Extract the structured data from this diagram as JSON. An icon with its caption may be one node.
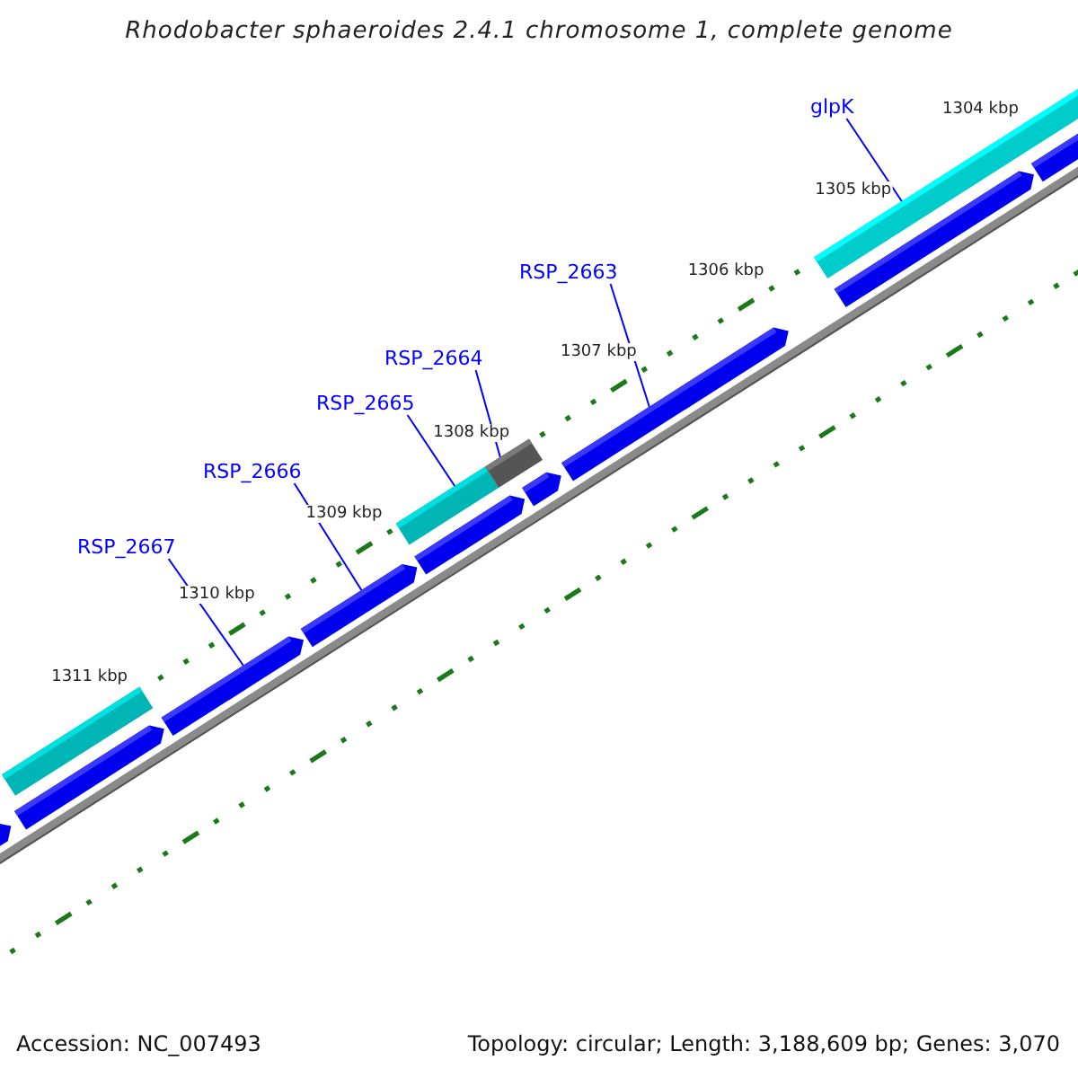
{
  "diagram": {
    "title": "Rhodobacter sphaeroides 2.4.1 chromosome 1, complete genome",
    "nodes": [
      {
        "text": [
          "glpK"
        ]
      },
      {
        "text": [
          "RSP_2663"
        ]
      },
      {
        "text": [
          "RSP_2664"
        ]
      },
      {
        "text": [
          "RSP_2665"
        ]
      },
      {
        "text": [
          "RSP_2666"
        ]
      },
      {
        "text": [
          "RSP_2667"
        ]
      },
      {
        "text": [],
        "shape": "bar"
      },
      {
        "text": [],
        "shape": "bar"
      },
      {
        "text": [],
        "shape": "bar"
      },
      {
        "text": [],
        "shape": "bar"
      },
      {
        "text": [],
        "shape": "bar"
      },
      {
        "text": [],
        "shape": "bar"
      },
      {
        "text": [],
        "shape": "bar"
      },
      {
        "text": [],
        "shape": "bar"
      },
      {
        "text": [],
        "shape": "bar"
      },
      {
        "text": [],
        "shape": "bar"
      },
      {
        "text": [],
        "shape": "bar"
      },
      {
        "text": [],
        "shape": "bar"
      },
      {
        "text": [],
        "shape": "bar"
      }
    ],
    "edges": [
      {
        "from": 0,
        "to": 16,
        "arrow": "none"
      },
      {
        "from": 1,
        "to": 15,
        "arrow": "none"
      },
      {
        "from": 2,
        "to": 13,
        "arrow": "none"
      },
      {
        "from": 3,
        "to": 11,
        "arrow": "none"
      },
      {
        "from": 4,
        "to": 10,
        "arrow": "none"
      },
      {
        "from": 5,
        "to": 9,
        "arrow": "none"
      }
    ],
    "labels": [
      "1304 kbp",
      "1305 kbp",
      "1306 kbp",
      "1307 kbp",
      "1308 kbp",
      "1309 kbp",
      "1310 kbp",
      "1311 kbp",
      "Accession: NC_007493",
      "Topology: circular; Length: 3,188,609 bp; Genes: 3,070"
    ]
  }
}
